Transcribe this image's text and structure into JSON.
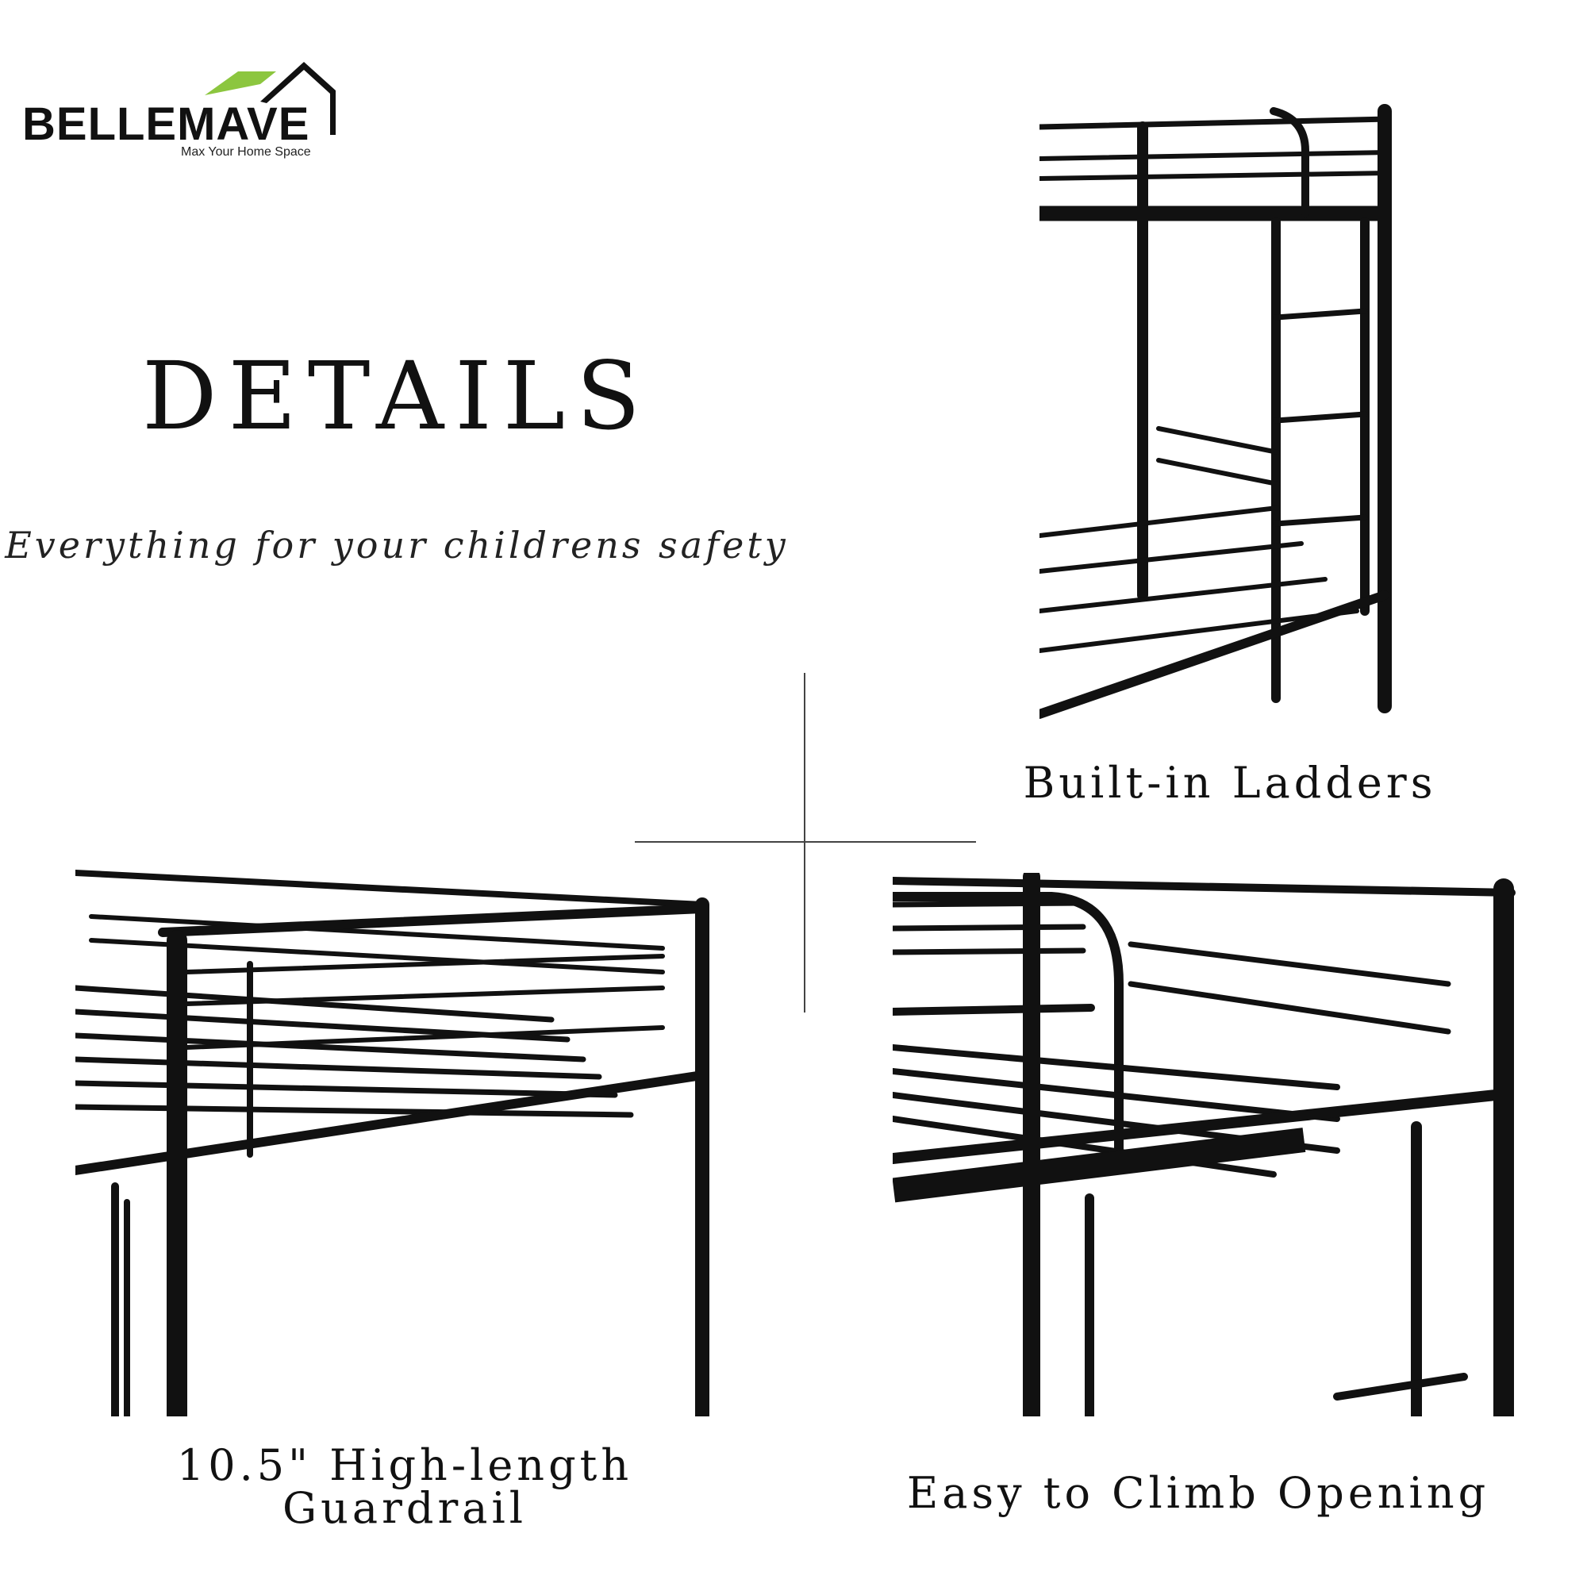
{
  "brand": {
    "name": "BELLEMAVE",
    "tagline": "Max Your Home Space",
    "accent_color": "#8cc63f",
    "roof_color": "#111111"
  },
  "header": {
    "title": "DETAILS",
    "subtitle": "Everything for your childrens safety"
  },
  "panels": [
    {
      "caption": "Built-in Ladders",
      "image": "bunk-bed-ladder-photo"
    },
    {
      "caption": "10.5\" High-length Guardrail",
      "image": "guardrail-photo"
    },
    {
      "caption": "Easy to Climb Opening",
      "image": "climb-opening-photo"
    }
  ]
}
